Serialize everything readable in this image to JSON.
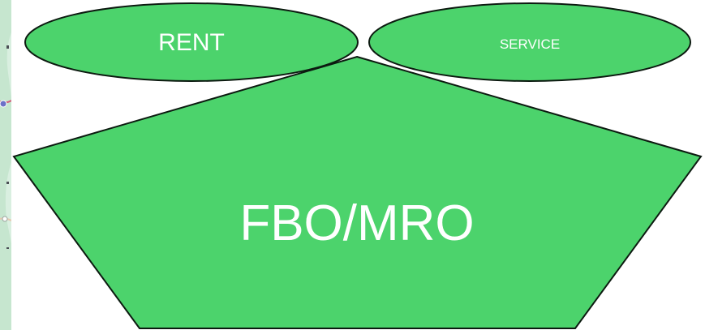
{
  "diagram": {
    "top_left_oval": {
      "label": "RENT"
    },
    "top_right_oval": {
      "label": "SERVICE"
    },
    "main_pentagon": {
      "label": "FBO/MRO"
    }
  },
  "colors": {
    "shape_fill": "#4cd36c",
    "shape_stroke": "#0c1a10",
    "label_text": "#ffffff",
    "map_background": "#cfe9d6",
    "map_route": "#d45a7a",
    "map_pin": "#6c70c8"
  },
  "icons": {
    "map_strip": "map-strip-icon"
  }
}
